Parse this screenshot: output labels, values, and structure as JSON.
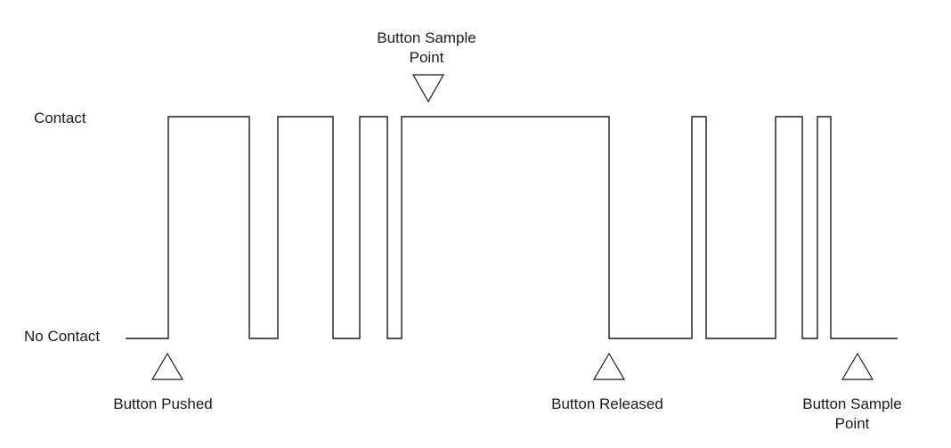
{
  "levels": {
    "high_label": "Contact",
    "low_label": "No Contact"
  },
  "markers": {
    "top_sample_line1": "Button Sample",
    "top_sample_line2": "Point",
    "pushed": "Button Pushed",
    "released": "Button Released",
    "bottom_sample_line1": "Button Sample",
    "bottom_sample_line2": "Point"
  },
  "colors": {
    "line": "#1a1a1a",
    "background": "#ffffff"
  }
}
